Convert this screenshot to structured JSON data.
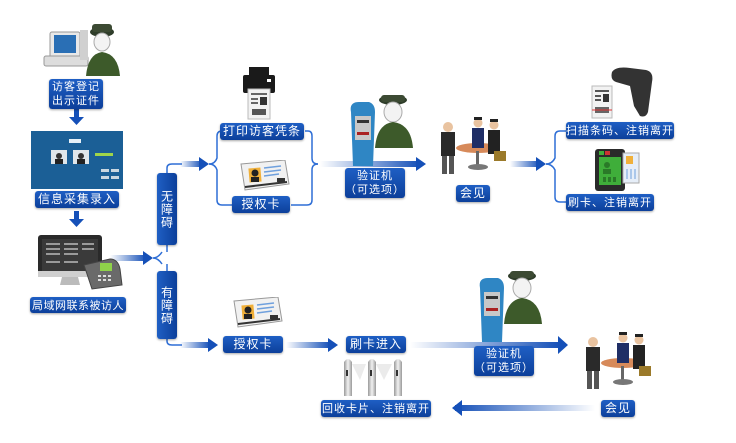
{
  "colors": {
    "box_fill": "#1249ad",
    "line": "#2f6fd6",
    "arrow": "#1550b8",
    "background": "#ffffff"
  },
  "left_column": {
    "register": {
      "line1": "访客登记",
      "line2": "出示证件",
      "icon": "kiosk-with-guard-icon"
    },
    "collect": {
      "label": "信息采集录入",
      "icon": "capture-screen-icon"
    },
    "contact": {
      "label": "局域网联系被访人",
      "icon": "computer-phone-icon"
    }
  },
  "branches": {
    "no_barrier": "无障碍",
    "with_barrier": "有障碍"
  },
  "top_flow": {
    "print_slip": {
      "label": "打印访客凭条",
      "icon": "printer-icon"
    },
    "auth_card": {
      "label": "授权卡",
      "icon": "id-card-icon"
    },
    "verifier": {
      "line1": "验证机",
      "line2": "（可选项）",
      "icon": "verifier-guard-icon"
    },
    "meeting": {
      "label": "会见",
      "icon": "meeting-people-icon"
    },
    "scan_exit": {
      "label": "扫描条码、注销离开",
      "icon": "barcode-scanner-icon"
    },
    "card_exit": {
      "label": "刷卡、注销离开",
      "icon": "card-reader-icon"
    }
  },
  "bottom_flow": {
    "auth_card": {
      "label": "授权卡",
      "icon": "id-card-icon"
    },
    "swipe_enter": {
      "label": "刷卡进入",
      "icon": "turnstile-icon"
    },
    "verifier": {
      "line1": "验证机",
      "line2": "（可选项）",
      "icon": "verifier-guard-icon"
    },
    "meeting": {
      "label": "会见",
      "icon": "meeting-people-icon"
    },
    "recycle_exit": {
      "label": "回收卡片、注销离开"
    }
  }
}
